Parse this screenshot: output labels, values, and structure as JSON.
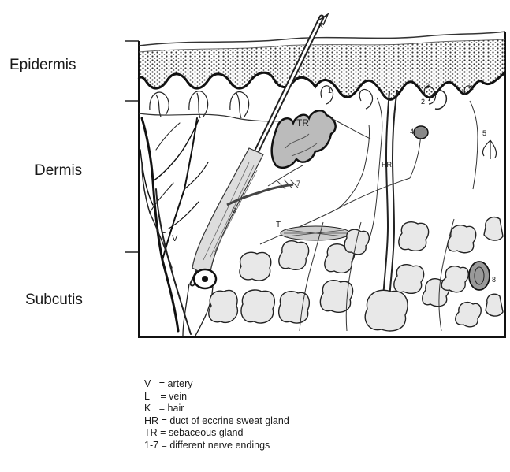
{
  "layers": {
    "epidermis": "Epidermis",
    "dermis": "Dermis",
    "subcutis": "Subcutis"
  },
  "figure_labels": {
    "k": "K",
    "tr": "TR",
    "hr": "HR",
    "l": "L",
    "v": "V",
    "t": "T",
    "n1": "1",
    "n2": "2",
    "n3": "3",
    "n4": "4",
    "n5": "5",
    "n6": "6",
    "n7": "7",
    "n8": "8"
  },
  "legend": [
    {
      "key": "V",
      "sep": "   = ",
      "desc": "artery"
    },
    {
      "key": "L",
      "sep": "    = ",
      "desc": "vein"
    },
    {
      "key": "K",
      "sep": "   = ",
      "desc": "hair"
    },
    {
      "key": "HR",
      "sep": " = ",
      "desc": "duct of eccrine sweat gland"
    },
    {
      "key": "TR",
      "sep": " = ",
      "desc": "sebaceous gland"
    },
    {
      "key": "1-7",
      "sep": " = ",
      "desc": "different nerve endings"
    }
  ]
}
